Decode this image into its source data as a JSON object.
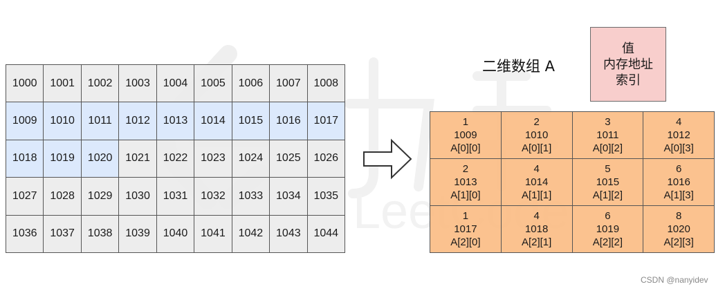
{
  "colors": {
    "cell_default": "#ececec",
    "cell_highlight": "#dae8fc",
    "array_cell": "#fab980",
    "legend_bg": "#f8cecc",
    "border": "#555555",
    "watermark": "#efefef"
  },
  "memory_rows": [
    [
      {
        "addr": "1000",
        "hl": false
      },
      {
        "addr": "1001",
        "hl": false
      },
      {
        "addr": "1002",
        "hl": false
      },
      {
        "addr": "1003",
        "hl": false
      },
      {
        "addr": "1004",
        "hl": false
      },
      {
        "addr": "1005",
        "hl": false
      },
      {
        "addr": "1006",
        "hl": false
      },
      {
        "addr": "1007",
        "hl": false
      },
      {
        "addr": "1008",
        "hl": false
      }
    ],
    [
      {
        "addr": "1009",
        "hl": true
      },
      {
        "addr": "1010",
        "hl": true
      },
      {
        "addr": "1011",
        "hl": true
      },
      {
        "addr": "1012",
        "hl": true
      },
      {
        "addr": "1013",
        "hl": true
      },
      {
        "addr": "1014",
        "hl": true
      },
      {
        "addr": "1015",
        "hl": true
      },
      {
        "addr": "1016",
        "hl": true
      },
      {
        "addr": "1017",
        "hl": true
      }
    ],
    [
      {
        "addr": "1018",
        "hl": true
      },
      {
        "addr": "1019",
        "hl": true
      },
      {
        "addr": "1020",
        "hl": true
      },
      {
        "addr": "1021",
        "hl": false
      },
      {
        "addr": "1022",
        "hl": false
      },
      {
        "addr": "1023",
        "hl": false
      },
      {
        "addr": "1024",
        "hl": false
      },
      {
        "addr": "1025",
        "hl": false
      },
      {
        "addr": "1026",
        "hl": false
      }
    ],
    [
      {
        "addr": "1027",
        "hl": false
      },
      {
        "addr": "1028",
        "hl": false
      },
      {
        "addr": "1029",
        "hl": false
      },
      {
        "addr": "1030",
        "hl": false
      },
      {
        "addr": "1031",
        "hl": false
      },
      {
        "addr": "1032",
        "hl": false
      },
      {
        "addr": "1033",
        "hl": false
      },
      {
        "addr": "1034",
        "hl": false
      },
      {
        "addr": "1035",
        "hl": false
      }
    ],
    [
      {
        "addr": "1036",
        "hl": false
      },
      {
        "addr": "1037",
        "hl": false
      },
      {
        "addr": "1038",
        "hl": false
      },
      {
        "addr": "1039",
        "hl": false
      },
      {
        "addr": "1040",
        "hl": false
      },
      {
        "addr": "1041",
        "hl": false
      },
      {
        "addr": "1042",
        "hl": false
      },
      {
        "addr": "1043",
        "hl": false
      },
      {
        "addr": "1044",
        "hl": false
      }
    ]
  ],
  "arrow_icon": "right-arrow-icon",
  "array_title": "二维数组 A",
  "legend": {
    "line1": "值",
    "line2": "内存地址",
    "line3": "索引"
  },
  "array_cells": [
    [
      {
        "value": "1",
        "addr": "1009",
        "index": "A[0][0]"
      },
      {
        "value": "2",
        "addr": "1010",
        "index": "A[0][1]"
      },
      {
        "value": "3",
        "addr": "1011",
        "index": "A[0][2]"
      },
      {
        "value": "4",
        "addr": "1012",
        "index": "A[0][3]"
      }
    ],
    [
      {
        "value": "2",
        "addr": "1013",
        "index": "A[1][0]"
      },
      {
        "value": "4",
        "addr": "1014",
        "index": "A[1][1]"
      },
      {
        "value": "5",
        "addr": "1015",
        "index": "A[1][2]"
      },
      {
        "value": "6",
        "addr": "1016",
        "index": "A[1][3]"
      }
    ],
    [
      {
        "value": "1",
        "addr": "1017",
        "index": "A[2][0]"
      },
      {
        "value": "4",
        "addr": "1018",
        "index": "A[2][1]"
      },
      {
        "value": "6",
        "addr": "1019",
        "index": "A[2][2]"
      },
      {
        "value": "8",
        "addr": "1020",
        "index": "A[2][3]"
      }
    ]
  ],
  "watermark_text": "LeetCode",
  "credit": "CSDN @nanyidev"
}
